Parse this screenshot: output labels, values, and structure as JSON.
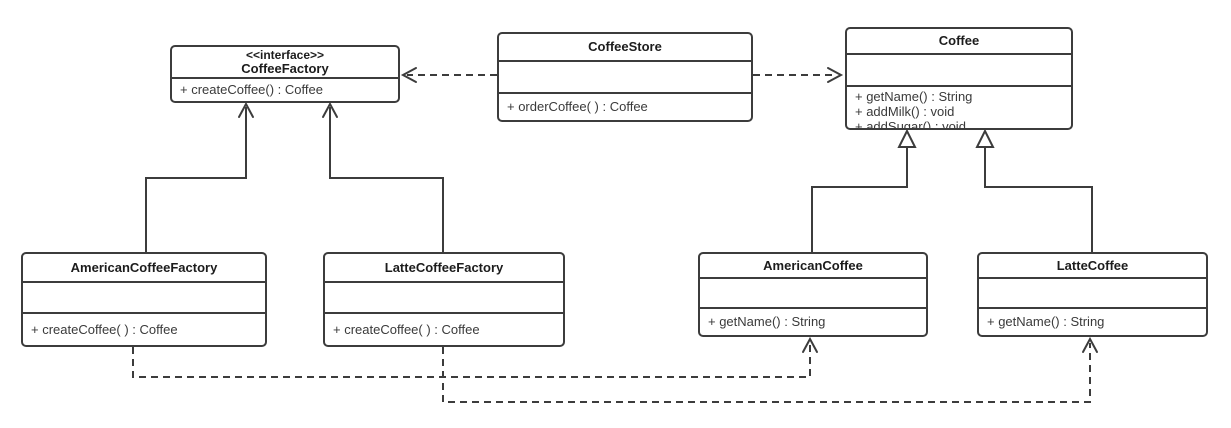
{
  "diagram": {
    "kind": "uml-class-diagram",
    "subject": "Coffee simple factory pattern",
    "colors": {
      "border": "#3c3c3c",
      "text": "#3a3a3a",
      "title_text": "#1c1c1c",
      "background": "#ffffff"
    }
  },
  "classes": {
    "coffee_factory": {
      "stereotype": "<<interface>>",
      "name": "CoffeeFactory",
      "attributes": [],
      "methods": [
        "+ createCoffee() : Coffee"
      ]
    },
    "coffee_store": {
      "name": "CoffeeStore",
      "attributes": [],
      "methods": [
        "+ orderCoffee( ) : Coffee"
      ]
    },
    "coffee": {
      "name": "Coffee",
      "attributes": [],
      "methods": [
        "+ getName() : String",
        "+ addMilk() : void",
        "+ addSugar() : void"
      ]
    },
    "american_coffee_factory": {
      "name": "AmericanCoffeeFactory",
      "attributes": [],
      "methods": [
        "+ createCoffee( ) : Coffee"
      ]
    },
    "latte_coffee_factory": {
      "name": "LatteCoffeeFactory",
      "attributes": [],
      "methods": [
        "+ createCoffee( ) : Coffee"
      ]
    },
    "american_coffee": {
      "name": "AmericanCoffee",
      "attributes": [],
      "methods": [
        "+ getName() : String"
      ]
    },
    "latte_coffee": {
      "name": "LatteCoffee",
      "attributes": [],
      "methods": [
        "+ getName() : String"
      ]
    }
  },
  "relationships": [
    {
      "type": "dependency",
      "from": "CoffeeStore",
      "to": "CoffeeFactory",
      "line": "dashed",
      "arrowhead": "open"
    },
    {
      "type": "dependency",
      "from": "CoffeeStore",
      "to": "Coffee",
      "line": "dashed",
      "arrowhead": "open"
    },
    {
      "type": "realization",
      "from": "AmericanCoffeeFactory",
      "to": "CoffeeFactory",
      "line": "solid",
      "arrowhead": "open"
    },
    {
      "type": "realization",
      "from": "LatteCoffeeFactory",
      "to": "CoffeeFactory",
      "line": "solid",
      "arrowhead": "open"
    },
    {
      "type": "generalization",
      "from": "AmericanCoffee",
      "to": "Coffee",
      "line": "solid",
      "arrowhead": "hollow-triangle"
    },
    {
      "type": "generalization",
      "from": "LatteCoffee",
      "to": "Coffee",
      "line": "solid",
      "arrowhead": "hollow-triangle"
    },
    {
      "type": "dependency",
      "from": "AmericanCoffeeFactory",
      "to": "AmericanCoffee",
      "line": "dashed",
      "arrowhead": "open"
    },
    {
      "type": "dependency",
      "from": "LatteCoffeeFactory",
      "to": "LatteCoffee",
      "line": "dashed",
      "arrowhead": "open"
    }
  ]
}
